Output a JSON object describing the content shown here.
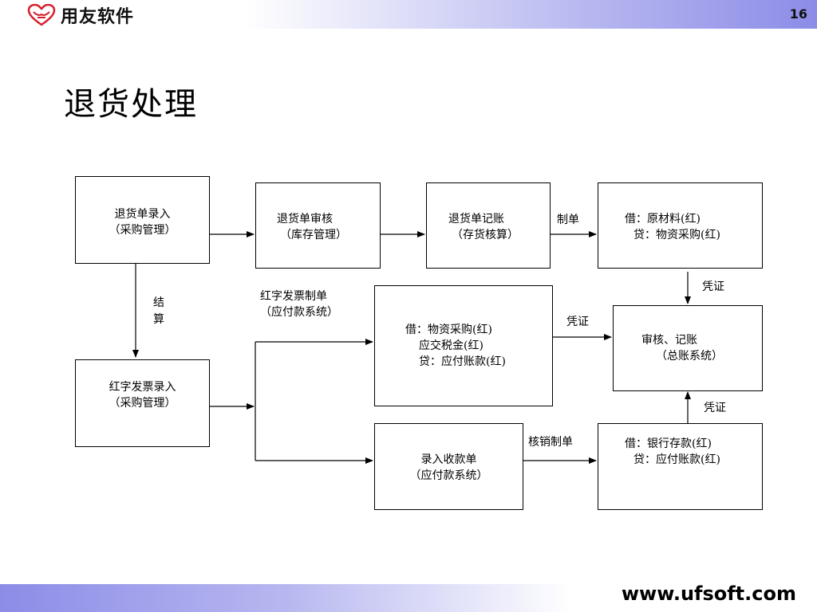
{
  "header": {
    "brand": "用友软件",
    "page_number": "16"
  },
  "title": "退货处理",
  "boxes": {
    "return_entry": [
      "退货单录入",
      "（采购管理）"
    ],
    "return_audit": [
      "退货单审核",
      "（库存管理）"
    ],
    "return_post": [
      "退货单记账",
      "（存货核算）"
    ],
    "entry_raw_material": [
      "借：原材料(红)",
      "贷：物资采购(红)"
    ],
    "red_invoice_entry": [
      "红字发票录入",
      "（采购管理）"
    ],
    "entry_purchase_tax": [
      "借：物资采购(红)",
      "应交税金(红)",
      "贷：应付账款(红)"
    ],
    "gl_audit": [
      "审核、记账",
      "（总账系统）"
    ],
    "receipt_entry": [
      "录入收款单",
      "（应付款系统）"
    ],
    "entry_bank": [
      "借：银行存款(红)",
      "贷：应付账款(红)"
    ]
  },
  "labels": {
    "make_voucher": "制单",
    "settle_1": "结",
    "settle_2": "算",
    "red_invoice_voucher_1": "红字发票制单",
    "red_invoice_voucher_2": "（应付款系统）",
    "voucher_top": "凭证",
    "voucher_mid": "凭证",
    "voucher_bottom": "凭证",
    "writeoff_voucher": "核销制单"
  },
  "footer": {
    "website": "www.ufsoft.com"
  }
}
